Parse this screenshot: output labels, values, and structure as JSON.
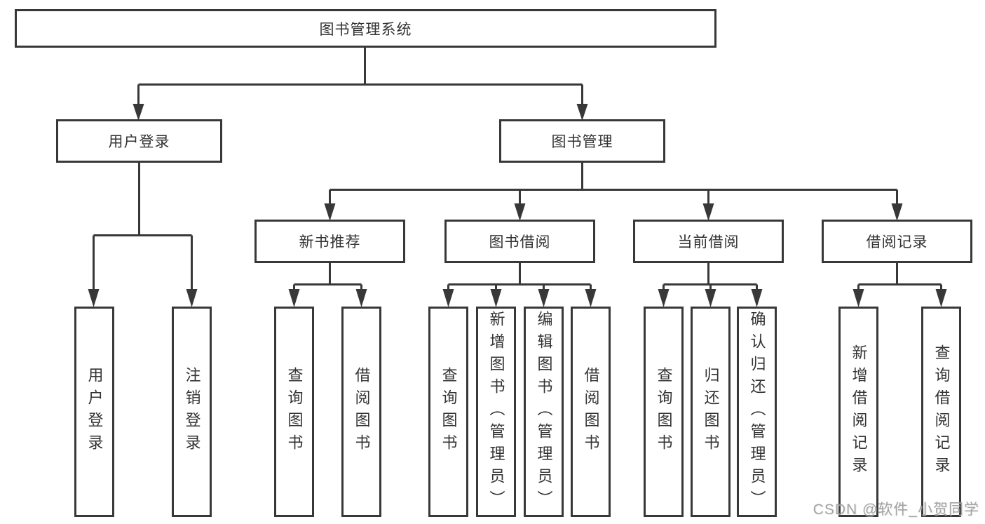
{
  "diagram": {
    "type": "hierarchy-tree",
    "orientation": "top-down"
  },
  "colors": {
    "line": "#383838",
    "box_border": "#383838",
    "box_fill": "#ffffff",
    "text": "#333333",
    "watermark": "#949494",
    "background": "#ffffff"
  },
  "tree": {
    "label": "图书管理系统",
    "children": [
      {
        "label": "用户登录",
        "children": [
          {
            "label": "用户登录"
          },
          {
            "label": "注销登录"
          }
        ]
      },
      {
        "label": "图书管理",
        "children": [
          {
            "label": "新书推荐",
            "children": [
              {
                "label": "查询图书"
              },
              {
                "label": "借阅图书"
              }
            ]
          },
          {
            "label": "图书借阅",
            "children": [
              {
                "label": "查询图书"
              },
              {
                "label": "新增图书（管理员）"
              },
              {
                "label": "编辑图书（管理员）"
              },
              {
                "label": "借阅图书"
              }
            ]
          },
          {
            "label": "当前借阅",
            "children": [
              {
                "label": "查询图书"
              },
              {
                "label": "归还图书"
              },
              {
                "label": "确认归还（管理员）"
              }
            ]
          },
          {
            "label": "借阅记录",
            "children": [
              {
                "label": "新增借阅记录"
              },
              {
                "label": "查询借阅记录"
              }
            ]
          }
        ]
      }
    ]
  },
  "watermark": {
    "text": "CSDN @软件_小贺同学"
  }
}
